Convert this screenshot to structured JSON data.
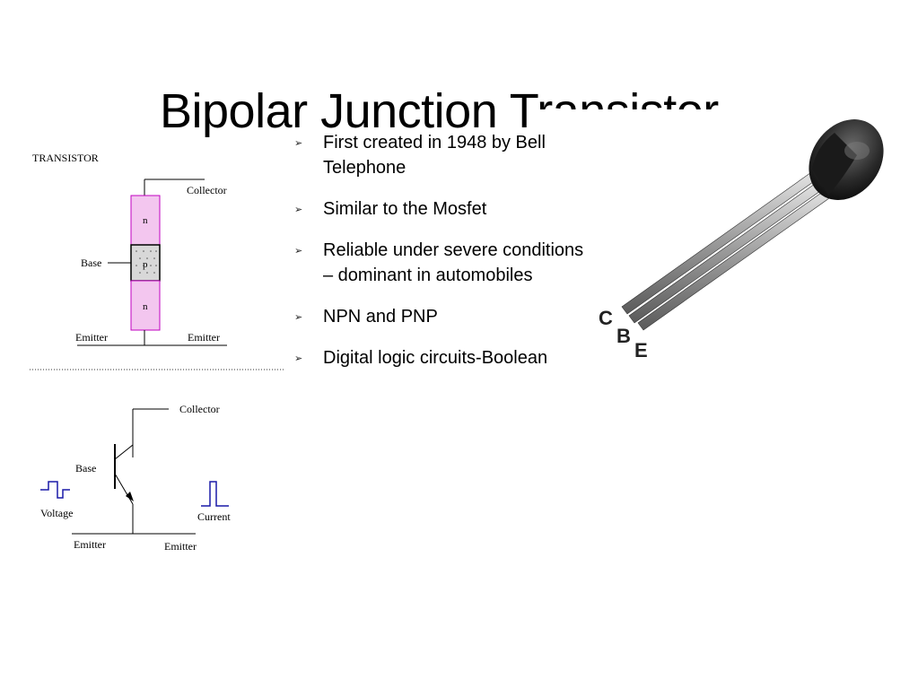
{
  "title": "Bipolar Junction Transistor",
  "bullets": [
    "First created in 1948 by Bell Telephone",
    "Similar to the Mosfet",
    "Reliable under severe conditions – dominant in automobiles",
    "NPN and PNP",
    "Digital logic circuits-Boolean"
  ],
  "diagram": {
    "heading": "TRANSISTOR",
    "top": {
      "collector": "Collector",
      "base": "Base",
      "emitter_left": "Emitter",
      "emitter_right": "Emitter",
      "layers": [
        "n",
        "p",
        "n"
      ]
    },
    "bottom": {
      "collector": "Collector",
      "base": "Base",
      "voltage": "Voltage",
      "current": "Current",
      "emitter_left": "Emitter",
      "emitter_right": "Emitter"
    }
  },
  "photo": {
    "pins": [
      "C",
      "B",
      "E"
    ]
  },
  "colors": {
    "layer_fill": "#f3c6ef",
    "layer_border": "#c000c0",
    "signal": "#1a1aa8",
    "metal": "#b4b4b4"
  }
}
